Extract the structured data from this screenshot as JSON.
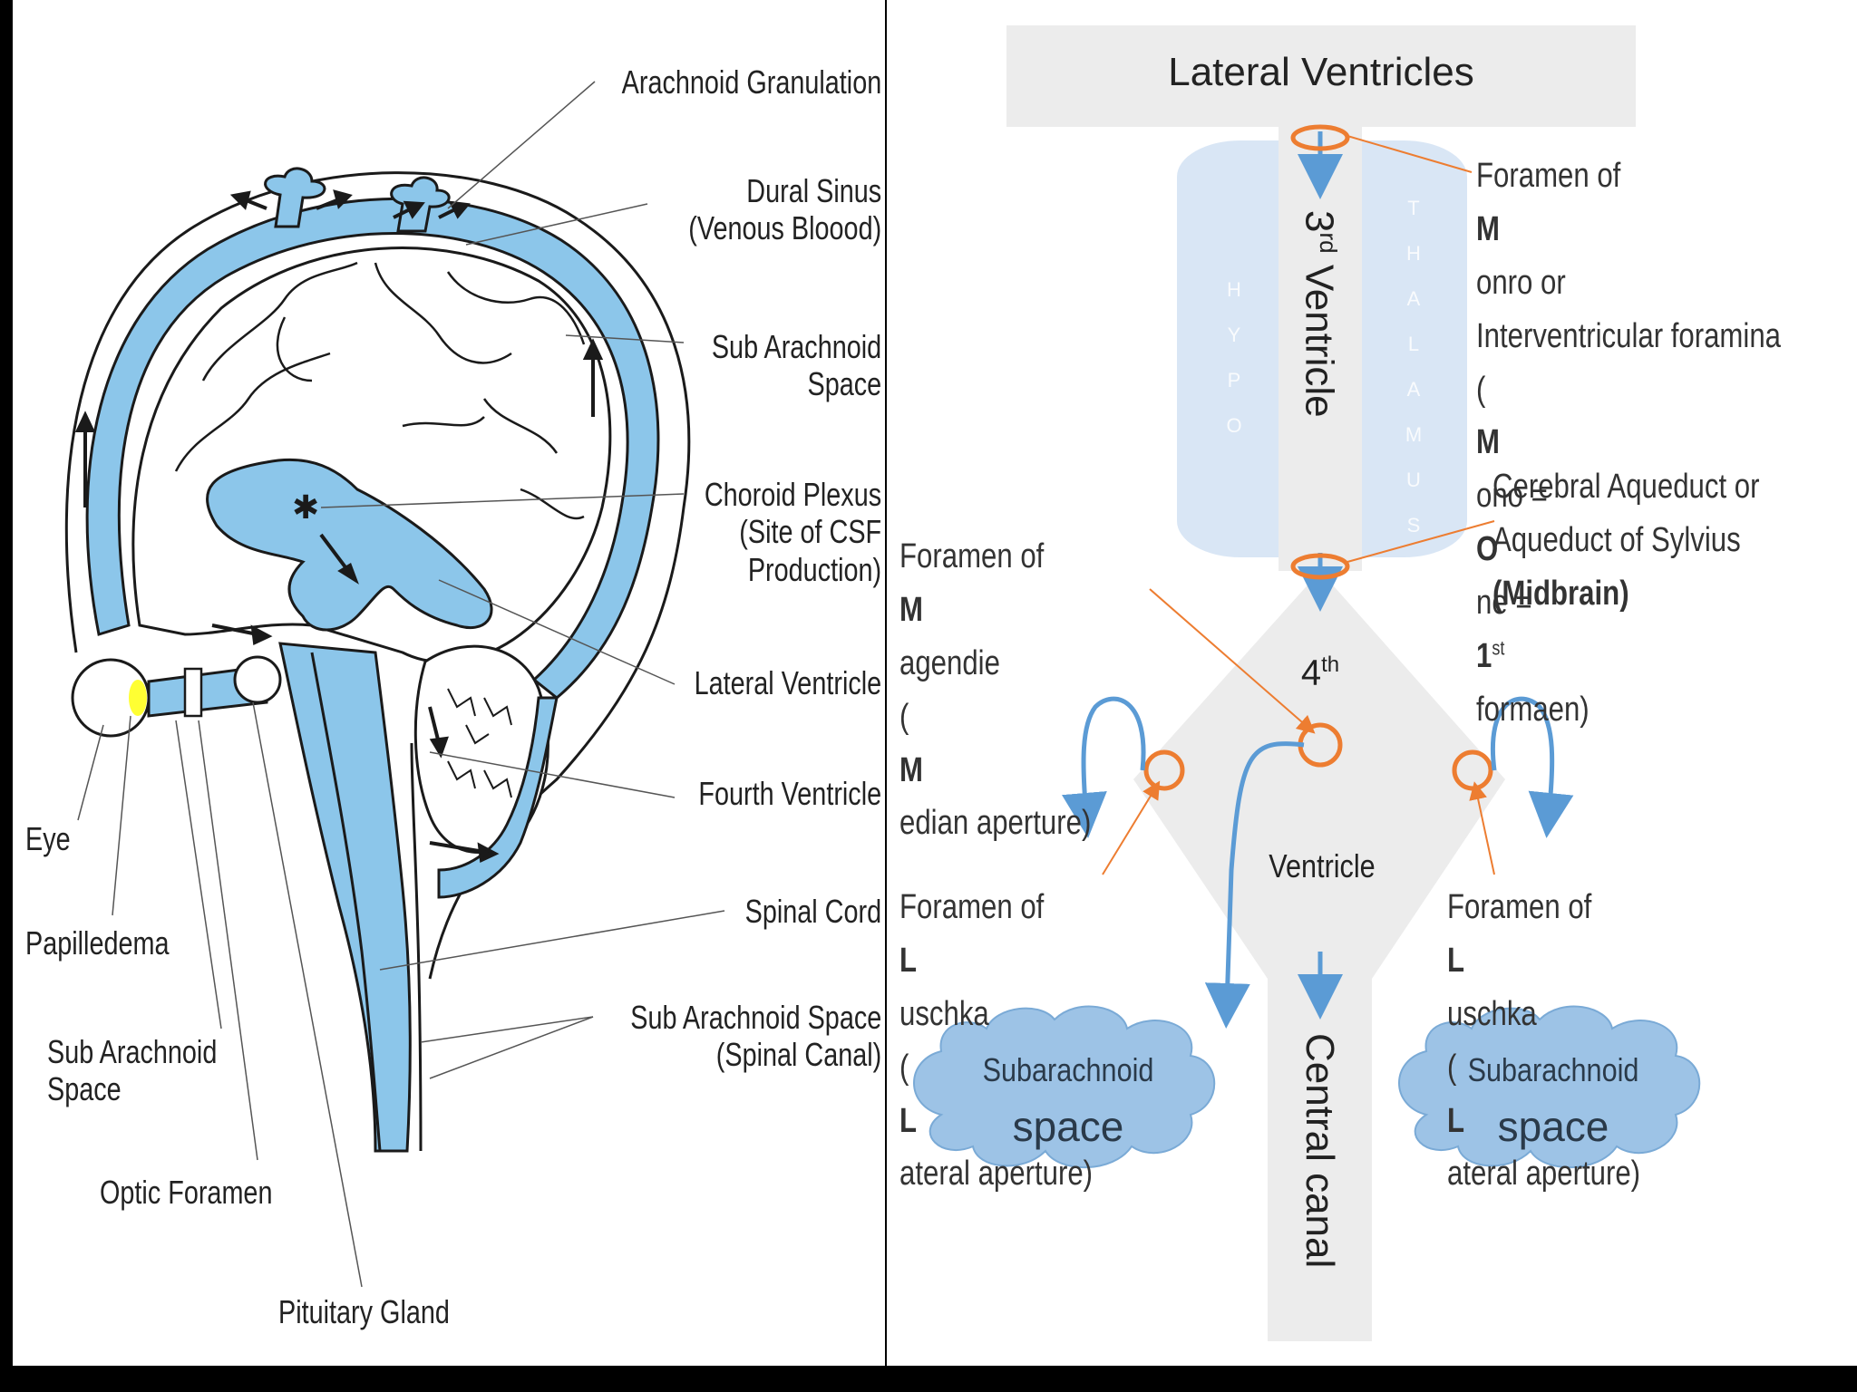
{
  "left": {
    "labels": {
      "arachnoid_granulation": "Arachnoid Granulation",
      "dural_sinus": [
        "Dural Sinus",
        "(Venous Bloood)"
      ],
      "sub_arachnoid_space": [
        "Sub Arachnoid",
        "Space"
      ],
      "choroid_plexus": [
        "Choroid Plexus",
        "(Site of CSF",
        "Production)"
      ],
      "lateral_ventricle": "Lateral Ventricle",
      "fourth_ventricle": "Fourth Ventricle",
      "spinal_cord": "Spinal Cord",
      "sub_arachnoid_spinal": [
        "Sub Arachnoid Space",
        "(Spinal Canal)"
      ],
      "eye": "Eye",
      "papilledema": "Papilledema",
      "sub_arachnoid_space_2": [
        "Sub Arachnoid",
        "Space"
      ],
      "optic_foramen": "Optic Foramen",
      "pituitary_gland": "Pituitary Gland"
    }
  },
  "right": {
    "lateral_ventricles": "Lateral Ventricles",
    "third_ventricle": {
      "num": "3",
      "sup": "rd",
      "word": "Ventricle"
    },
    "hypo": [
      "H",
      "Y",
      "P",
      "O"
    ],
    "thalamus": [
      "T",
      "H",
      "A",
      "L",
      "A",
      "M",
      "U",
      "S"
    ],
    "monro": {
      "line1_a": "Foramen of ",
      "line1_b": "M",
      "line1_c": "onro or",
      "line2": "Interventricular foramina",
      "line3_a": "(",
      "line3_b": "M",
      "line3_c": "ono = ",
      "line3_d": "O",
      "line3_e": "ne = ",
      "line3_f": "1",
      "line3_g": "st",
      "line3_h": " formaen)"
    },
    "aqueduct": {
      "line1": "Cerebral Aqueduct or",
      "line2": "Aqueduct of Sylvius",
      "line3": "(Midbrain)"
    },
    "magendie": {
      "line1_a": "Foramen of ",
      "line1_b": "M",
      "line1_c": "agendie",
      "line2_a": "(",
      "line2_b": "M",
      "line2_c": "edian aperture)"
    },
    "fourth": {
      "num": "4",
      "sup": "th",
      "word": "Ventricle"
    },
    "luschka_left": {
      "line1_a": "Foramen of ",
      "line1_b": "L",
      "line1_c": "uschka",
      "line2_a": "(",
      "line2_b": "L",
      "line2_c": "ateral aperture)"
    },
    "luschka_right": {
      "line1_a": "Foramen of ",
      "line1_b": "L",
      "line1_c": "uschka",
      "line2_a": "(",
      "line2_b": "L",
      "line2_c": "ateral aperture)"
    },
    "cloud_left": [
      "Subarachnoid",
      "space"
    ],
    "cloud_right": [
      "Subarachnoid",
      "space"
    ],
    "central_canal": "Central canal"
  },
  "colors": {
    "csf_blue": "#8cc6ea",
    "outline": "#1a1a1a",
    "orange": "#ed7d31",
    "arrow_blue": "#5b9bd5",
    "grey_bg": "#ececec",
    "ventricle_blue": "#d9e6f5",
    "cloud_blue": "#9dc3e6"
  }
}
